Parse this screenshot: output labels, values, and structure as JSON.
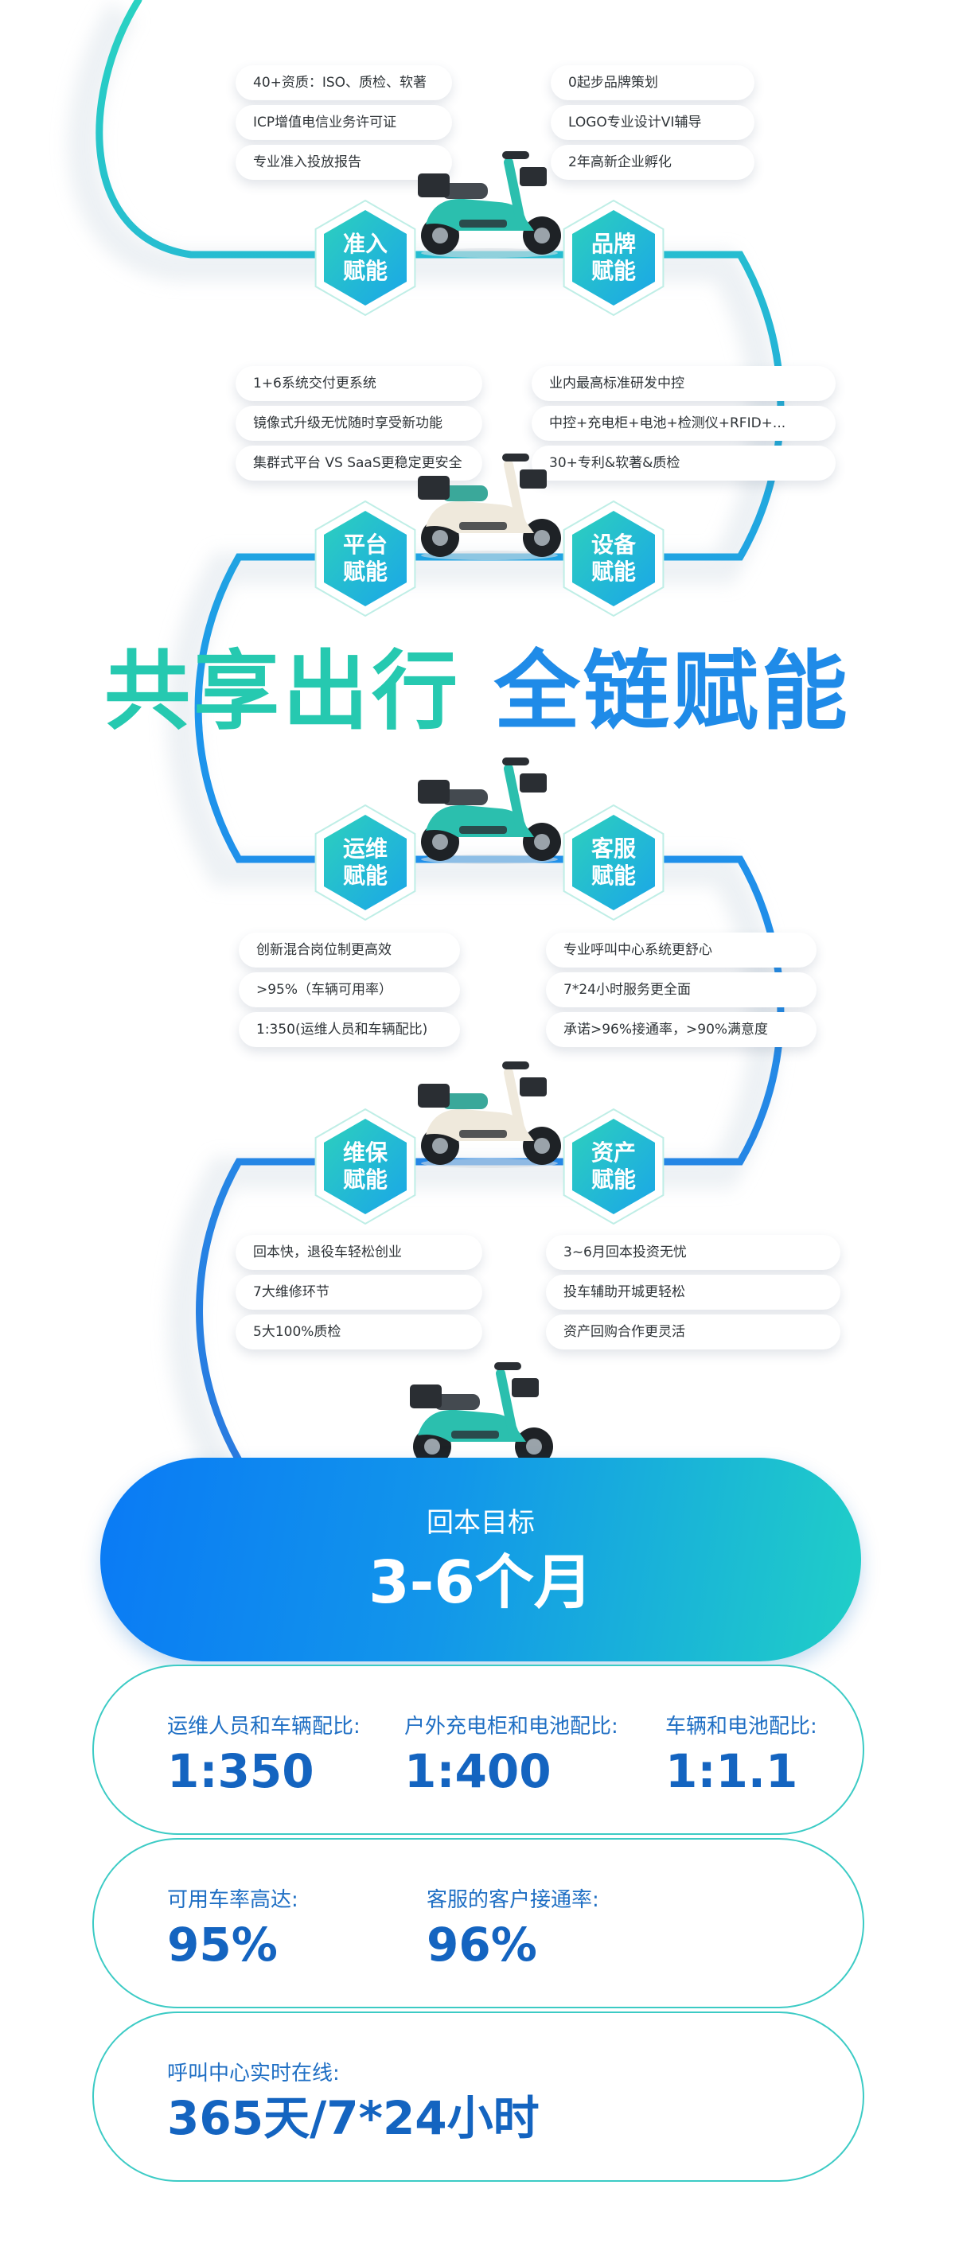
{
  "headline": {
    "part1": "共享出行",
    "part2": "全链赋能"
  },
  "sections": [
    {
      "left_badge": {
        "line1": "准入",
        "line2": "赋能"
      },
      "right_badge": {
        "line1": "品牌",
        "line2": "赋能"
      },
      "left_items": [
        "40+资质：ISO、质检、软著",
        "ICP增值电信业务许可证",
        "专业准入投放报告"
      ],
      "right_items": [
        "0起步品牌策划",
        "LOGO专业设计VI辅导",
        "2年高新企业孵化"
      ]
    },
    {
      "left_badge": {
        "line1": "平台",
        "line2": "赋能"
      },
      "right_badge": {
        "line1": "设备",
        "line2": "赋能"
      },
      "left_items": [
        "1+6系统交付更系统",
        "镜像式升级无忧随时享受新功能",
        "集群式平台 VS SaaS更稳定更安全"
      ],
      "right_items": [
        "业内最高标准研发中控",
        "中控+充电柜+电池+检测仪+RFID+...",
        "30+专利&软著&质检"
      ]
    },
    {
      "left_badge": {
        "line1": "运维",
        "line2": "赋能"
      },
      "right_badge": {
        "line1": "客服",
        "line2": "赋能"
      },
      "left_items": [
        "创新混合岗位制更高效",
        ">95%（车辆可用率）",
        "1:350(运维人员和车辆配比)"
      ],
      "right_items": [
        "专业呼叫中心系统更舒心",
        "7*24小时服务更全面",
        "承诺>96%接通率，>90%满意度"
      ]
    },
    {
      "left_badge": {
        "line1": "维保",
        "line2": "赋能"
      },
      "right_badge": {
        "line1": "资产",
        "line2": "赋能"
      },
      "left_items": [
        "回本快，退役车轻松创业",
        "7大维修环节",
        "5大100%质检"
      ],
      "right_items": [
        "3~6月回本投资无忧",
        "投车辅助开城更轻松",
        "资产回购合作更灵活"
      ]
    }
  ],
  "target": {
    "title": "回本目标",
    "value": "3-6个月"
  },
  "stats": [
    [
      {
        "label": "运维人员和车辆配比:",
        "value": "1:350"
      },
      {
        "label": "户外充电柜和电池配比:",
        "value": "1:400"
      },
      {
        "label": "车辆和电池配比:",
        "value": "1:1.1"
      }
    ],
    [
      {
        "label": "可用车率高达:",
        "value": "95%"
      },
      {
        "label": "客服的客户接通率:",
        "value": "96%"
      }
    ],
    [
      {
        "label": "呼叫中心实时在线:",
        "value": "365天/7*24小时"
      }
    ]
  ],
  "colors": {
    "teal": "#26c9b0",
    "blue": "#1f8be8",
    "stat_text": "#1464c0"
  }
}
